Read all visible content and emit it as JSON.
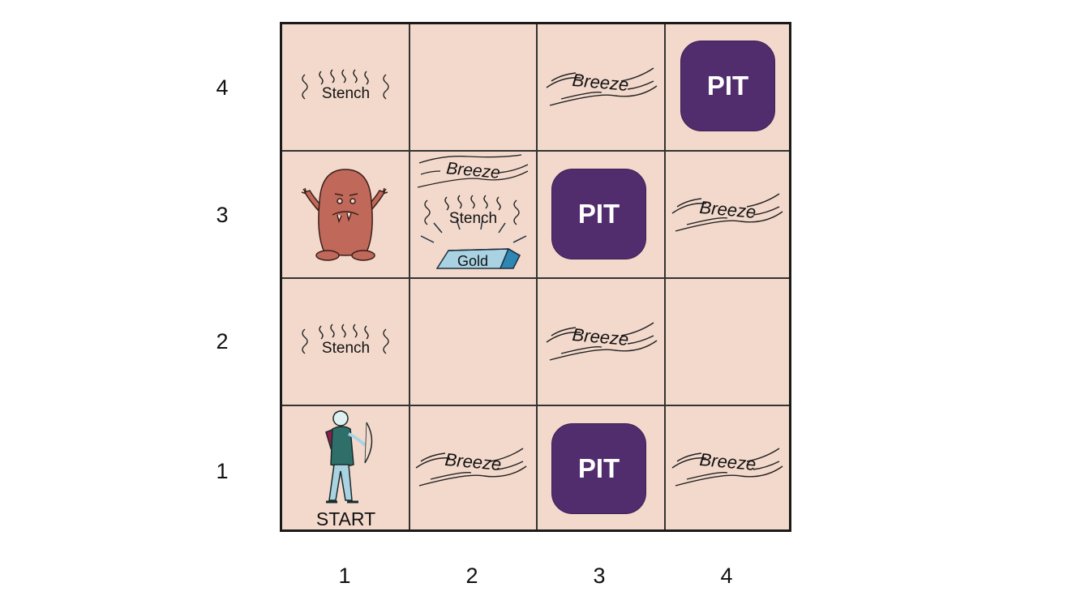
{
  "board": {
    "row_labels": [
      "4",
      "3",
      "2",
      "1"
    ],
    "col_labels": [
      "1",
      "2",
      "3",
      "4"
    ],
    "cells": {
      "r4c1": {
        "stench": "Stench"
      },
      "r4c3": {
        "breeze": "Breeze"
      },
      "r4c4": {
        "pit": "PIT"
      },
      "r3c1": {
        "wumpus": true
      },
      "r3c2": {
        "breeze": "Breeze",
        "stench": "Stench",
        "gold": "Gold"
      },
      "r3c3": {
        "pit": "PIT"
      },
      "r3c4": {
        "breeze": "Breeze"
      },
      "r2c1": {
        "stench": "Stench"
      },
      "r2c3": {
        "breeze": "Breeze"
      },
      "r1c1": {
        "agent": true,
        "start": "START"
      },
      "r1c2": {
        "breeze": "Breeze"
      },
      "r1c3": {
        "pit": "PIT"
      },
      "r1c4": {
        "breeze": "Breeze"
      }
    }
  },
  "colors": {
    "cell_bg": "#f3d9cc",
    "pit": "#522d6e",
    "wumpus": "#c0685a",
    "gold": "#a9d3e3",
    "agent_body": "#2f6f6a",
    "agent_pack": "#8e1d4a"
  }
}
